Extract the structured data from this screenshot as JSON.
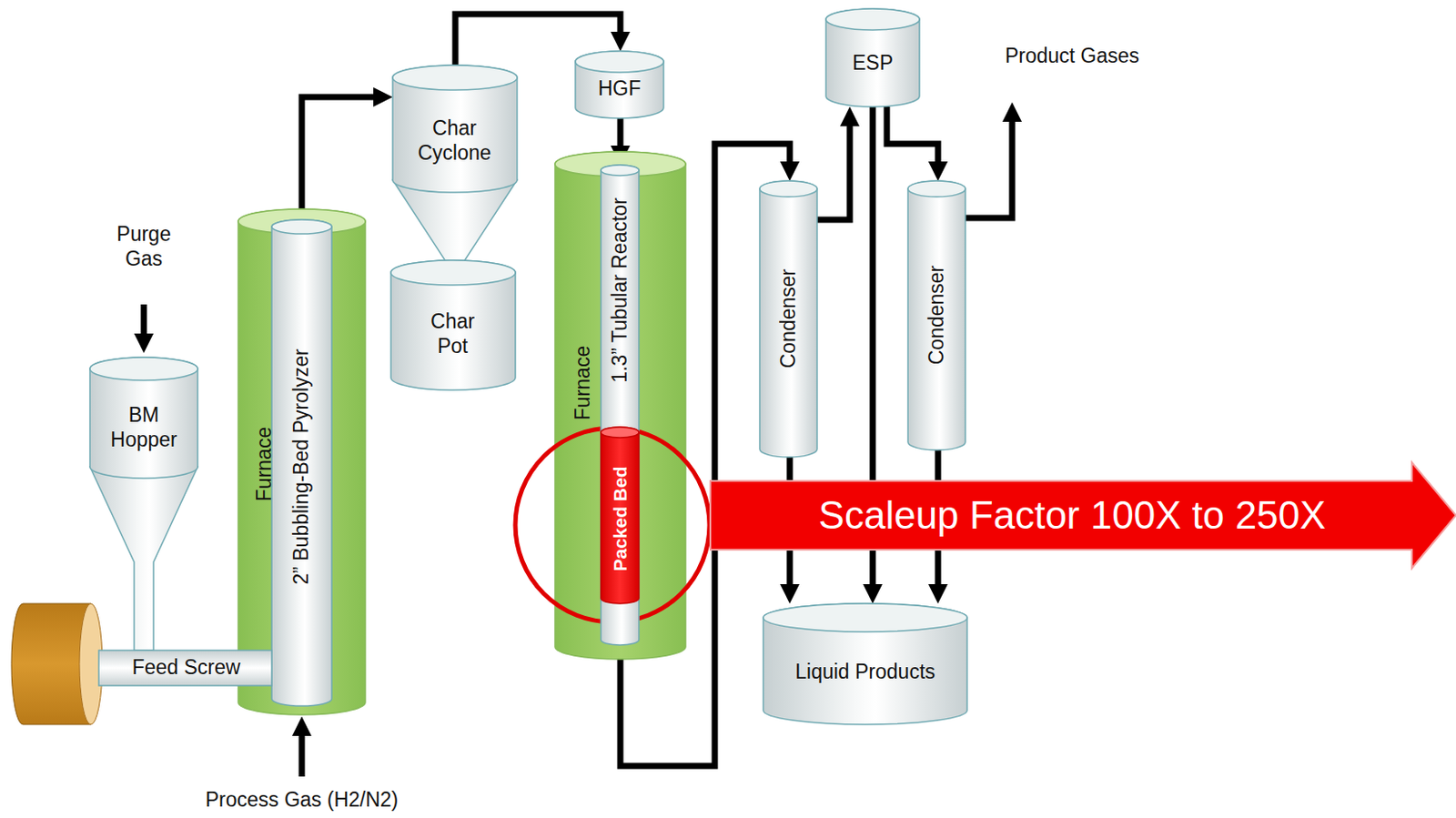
{
  "diagram": {
    "nodes": [
      {
        "text": [
          "BM Hopper"
        ]
      },
      {
        "text": [
          "Feed Screw"
        ]
      },
      {
        "text": [
          "Furnace"
        ]
      },
      {
        "text": [
          "2” Bubbling-Bed Pyrolyzer"
        ],
        "in": 2
      },
      {
        "text": [
          "Char Cyclone"
        ]
      },
      {
        "text": [
          "Char Pot"
        ]
      },
      {
        "text": [
          "HGF"
        ]
      },
      {
        "text": [
          "Furnace"
        ]
      },
      {
        "text": [
          "1.3” Tubular Reactor"
        ],
        "in": 7
      },
      {
        "text": [
          "Packed Bed"
        ],
        "in": 8
      },
      {
        "text": [
          "Condenser"
        ]
      },
      {
        "text": [
          "ESP"
        ]
      },
      {
        "text": [
          "Condenser"
        ]
      },
      {
        "text": [
          "Liquid Products"
        ]
      },
      {
        "text": [
          "Scaleup Factor 100X to 250X"
        ]
      }
    ],
    "edges": [
      {
        "from": 0,
        "to": 1,
        "arrow": "none"
      },
      {
        "from": 3,
        "to": 4,
        "arrow": "to"
      },
      {
        "from": 4,
        "to": 5,
        "arrow": "none"
      },
      {
        "from": 4,
        "to": 6,
        "arrow": "to"
      },
      {
        "from": 6,
        "to": 8,
        "arrow": "to"
      },
      {
        "from": 8,
        "to": 10,
        "arrow": "to"
      },
      {
        "from": 10,
        "to": 11,
        "arrow": "to"
      },
      {
        "from": 11,
        "to": 12,
        "arrow": "to"
      },
      {
        "from": 10,
        "to": 13,
        "arrow": "to"
      },
      {
        "from": 11,
        "to": 13,
        "arrow": "to"
      },
      {
        "from": 12,
        "to": 13,
        "arrow": "to"
      }
    ],
    "labels": [
      "Purge Gas",
      "Process Gas (H2/N2)",
      "Product Gases"
    ]
  }
}
